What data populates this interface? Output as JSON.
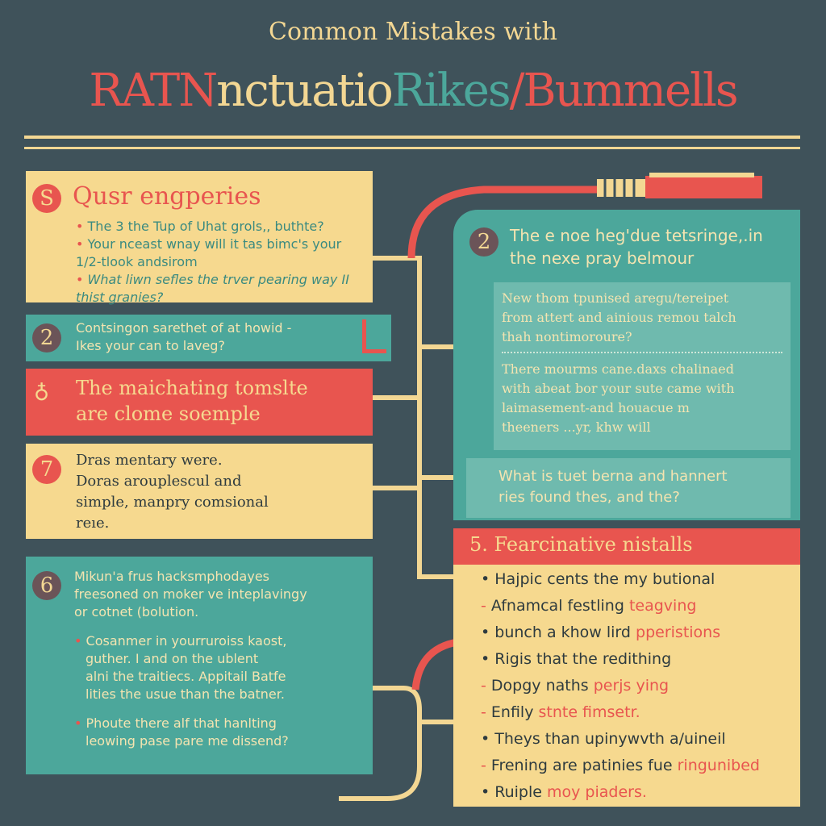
{
  "title": {
    "line1": "Common Mistakes with",
    "line2": [
      {
        "t": "RATN",
        "c": "#e8554f"
      },
      {
        "t": "nctuatio",
        "c": "#f3d793"
      },
      {
        "t": "Rikes",
        "c": "#4ca79b"
      },
      {
        "t": "/Bummells",
        "c": "#e8554f"
      }
    ]
  },
  "left": {
    "box1": {
      "num": "S",
      "title": "Qusr engperies",
      "items": [
        "The 3 the Tup of Uhat grols,, buthte?",
        "Your nceast wnay will it tas bimc's your 1/2-tlook andsirom",
        "What liwn sefles the trver pearing way II thist granies?"
      ]
    },
    "box2": {
      "num": "2",
      "lines": [
        "Contsingon sarethet of at howid -",
        "Ikes your can to laveg?"
      ]
    },
    "box3": {
      "lines": [
        "The maichating tomslte",
        "are clome soemple"
      ]
    },
    "box4": {
      "num": "7",
      "lines": [
        "Dras mentary were.",
        "Doras arouplescul and",
        "simple, manpry comsional",
        "reıe."
      ]
    },
    "box5": {
      "num": "6",
      "intro": [
        "Mikun'a frus hacksmphodayes",
        "freesoned on moker ve inteplavingy",
        "or cotnet (bolution."
      ],
      "b1": [
        "Cosanmer in yourruroiss kaost,",
        "guther. I and on the ublent",
        "alni the traitiecs. Appitail Batfe",
        "lities the usue than the batner."
      ],
      "b2": [
        "Phoute there alf that hanlting",
        "leowing pase pare me dissend?"
      ]
    }
  },
  "right": {
    "panel": {
      "num": "2",
      "title": [
        "The e noe heg'due tetsringe,.in",
        "the nexe pray belmour"
      ],
      "inner1": [
        "New thom tpunised aregu/tereipet",
        "from attert and ainious remou talch",
        "thah nontimoroure?"
      ],
      "inner2": [
        "There mourms cane.daxs chalinaed",
        "with abeat bor your sute came with",
        "laimasement-and houacue m",
        "theeners ...yr, khw will"
      ],
      "q": [
        "What is tuet berna and hannert",
        "ries found thes, and the?"
      ]
    },
    "list": {
      "header": "5. Fearcinative nistalls",
      "items": [
        {
          "m": "•",
          "a": "Hajpic cents the my butional",
          "b": ""
        },
        {
          "m": "-",
          "a": "Afnamcal festling ",
          "b": "teagving"
        },
        {
          "m": "•",
          "a": "bunch a khow lird ",
          "b": "pperistions"
        },
        {
          "m": "•",
          "a": "Rigis that the redithing",
          "b": ""
        },
        {
          "m": "-",
          "a": "Dopgy naths ",
          "b": "perjs ying"
        },
        {
          "m": "-",
          "a": "Enfily ",
          "b": "stnte fimsetr."
        },
        {
          "m": "•",
          "a": "Theys than upinywvth a/uineil",
          "b": ""
        },
        {
          "m": "-",
          "a": "Frening are patinies fue ",
          "b": "ringunibed"
        },
        {
          "m": "•",
          "a": "Ruiple ",
          "b": "moy piaders."
        }
      ]
    }
  },
  "colors": {
    "bg": "#3f525a",
    "cream": "#f6d98f",
    "teal": "#4ca79b",
    "red": "#e8554f"
  }
}
